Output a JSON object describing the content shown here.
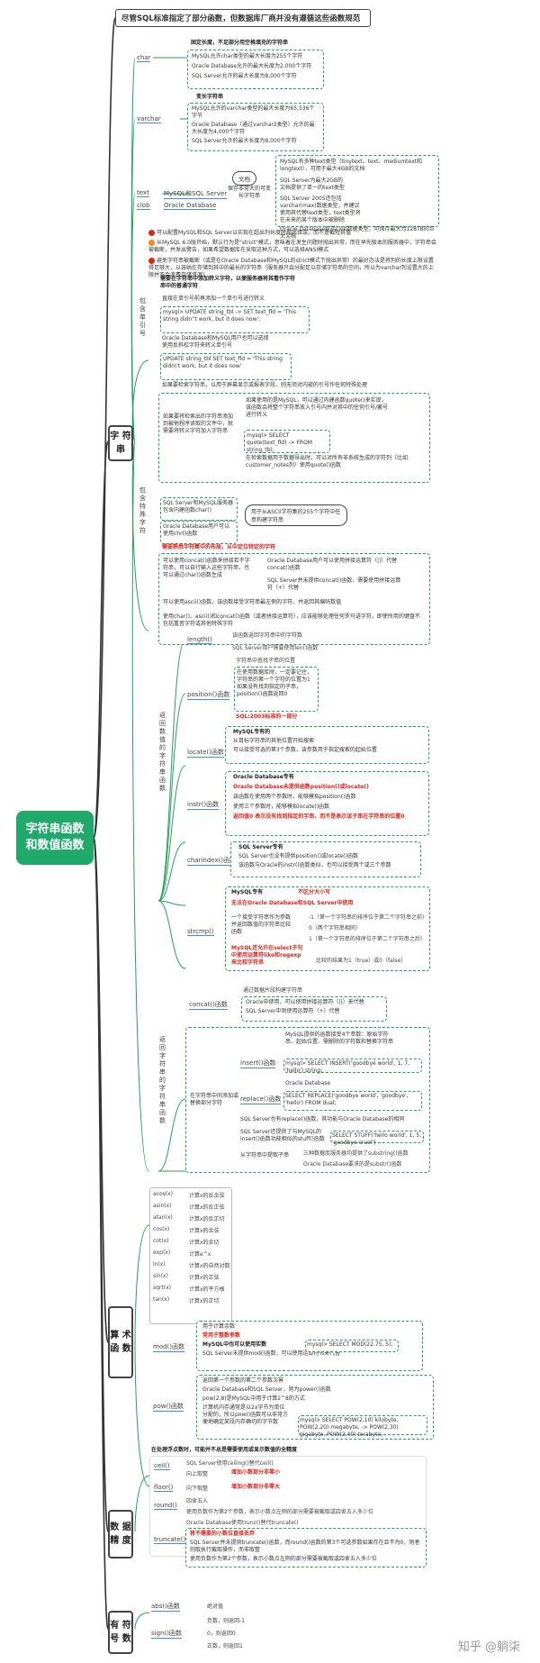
{
  "root": {
    "line1": "字符串函数",
    "line2": "和数值函数"
  },
  "title": "尽管SQL标准指定了部分函数，但数据库厂商并没有遵循这些函数规范",
  "topics": {
    "string": "字 符 串",
    "math": "算 术 函 数",
    "precision": "数 据 精 度",
    "sign": "有 符 号 数"
  },
  "char": {
    "label": "char",
    "header": "固定长度，不足部分用空格填充的字符串",
    "items": [
      "MySQL允许char类型的最大长度为255个字符",
      "Oracle Database允许的最大长度为2,000个字符",
      "SQL Server允许的最大长度为8,000个字符"
    ]
  },
  "varchar": {
    "label": "varchar",
    "header": "变长字符串",
    "items": [
      "MySQL允许的varchar类型的最大长度为65,536个字节",
      "Oracle Database（通过varchar2类型）允许的最大长度为4,000个字符",
      "SQL Server允许的最大长度为8,000个字符"
    ]
  },
  "text": {
    "label_text": "text",
    "label_clob": "clob",
    "server1": "MySQL和SQL Server",
    "server2": "Oracle Database",
    "doc": "文档",
    "purpose": "保存非常大的可变长字符串",
    "mysql": "MySQL有多种text类型（tinytext、text、mediumtext和longtext），可用于最大4GB的文档",
    "ss1": "SQL Server为最大2GB的文档提供了单一的text类型",
    "ss2": "SQL Server 2005还包括varchar(max)数据类型，并建议使用其代替text类型，text类型将在未来的某个版本中被删除",
    "oracle": "Oracle Database包括clob数据类型，可保存最大为128TB的巨大文档"
  },
  "notes": {
    "n1": "可以配置MySQL和SQL Server以实现在超出列长度时抛出错误，而不是截短其值",
    "n2": "从MySQL 6.0版开始，默认行为是\"strict\"模式，意味着在发生问题时抛出异常，而在早先版本的服务器中，字符串会被截断，并发出警告，如果希望数据库在采取这种方式，可以选择ANSI模式",
    "n3": "避免字符串被截断（或是在Oracle Database和MySQL的strict模式下抛出异常）的最好办法是将列的长度上限设置得足够大，以容纳在存储到其中的最长的字符串（服务器只会分配足以存储字符串的空间，所以为varchar列设置大的上限并不会浪费存储资源）"
  },
  "quote": {
    "vlabel": "包含单引号",
    "header": "需要在字符串中添加转义字符，以便服务器将其看作字符串中的普通字符",
    "c1": "直接在单引号前再添加一个单引号进行转义",
    "c2": "mysql> UPDATE string_tbl -> SET text_fld = 'This string didn''t work, but it does now';",
    "c3": "Oracle Database和MySQL用户也可以选择使用反斜杠字符来转义单引号",
    "c4": "UPDATE string_tbl SET text_fld = 'This string didn\\'t work, but it does now'",
    "c5": "如果要检索字符串，以用于屏幕显示或报表字段，则无须对内嵌的引号作任何特殊处理",
    "c6": "如果要将检索出的字符串添加到被他程序读取的文件中，就需要将转义字符加入字符串",
    "c7": "如果使用的是MySQL，可以通过内建函数quote()来实现，该函数会将整个字符串放入引号内并对其中的任何引号/撇号进行转义",
    "c8": "mysql> SELECT quote(text_fld) -> FROM string_tbl;",
    "c9": "在检索数据用于数据导出时，可以对所有非系统生成的字符列（比如customer_notes列）使用quote()函数"
  },
  "special": {
    "vlabel": "包含特殊字符",
    "s1": "SQL Server和MySQL服务器包含内建函数char()",
    "s2": "Oracle Database用户可以使用chr()函数",
    "purpose": "用于从ASCII字符集的255个字符中任意构建字符串",
    "hint": "需要熟悉字符集中的布局，从中定位特定的字符",
    "h1": "可以使用concat()函数来拼接若干字符串，可以自行输入这些字符串，也可以通过char()函数生成",
    "h1a": "Oracle Database用户可以使用拼接运算符（||）代替concat()函数",
    "h1b": "SQL Server并未提供concat()函数，需要使用拼接运算符（+）代替",
    "h2": "可以使用ascii()函数，该函数接受字符串最左侧的字符，并返回其编码数值",
    "h3": "使用char()、ascii()和concat()函数（或者拼接运算符），应该能够处理任何罗马语字符，即使所用的键盘不包括重音字符或其他特殊字符"
  },
  "numfuncs": {
    "vlabel": "返回数值的字符串函数",
    "length": "length()",
    "length_items": [
      "该函数返回字符串中的字符数",
      "SQL Server用户需要使用len()函数"
    ],
    "position": "position()函数",
    "position_items": [
      "字符串中查找子串的位置",
      "在使用数据库时，一定要记住，字符串的第一个字符的位置为1",
      "如果没有找到指定的子串，position()函数返回0"
    ],
    "position_red": "SQL:2003标准的一部分",
    "locate": "locate()函数",
    "locate_hdr": "MySQL专有的",
    "locate_items": [
      "从目标字符串的其他位置开始搜索",
      "可以接受可选的第3个参数，该参数用于指定搜索的起始位置"
    ],
    "instr": "instr()函数",
    "instr_hdr": "Oracle Database专有",
    "instr_items": [
      "Oracle Database未提供函数position()或locate()",
      "该函数在使用两个参数时，能够模拟position()函数",
      "使用三个参数时，能够模拟locate()函数",
      "返回值0 表示没有找到指定的字串，而不是表示该子串在字符串的位置0"
    ],
    "charindex": "charindex()函数",
    "charindex_hdr": "SQL Server专有",
    "charindex_items": [
      "SQL Server也没有提供position()或locate()函数",
      "该函数与Oracle的instr()函数类似，也可以接受两个或三个参数"
    ],
    "strcmp": "strcmp()",
    "strcmp_hdr": "MySQL专有",
    "strcmp_note": "不区分大小写",
    "strcmp_red": "无法在Oracle Database和SQL Server中使用",
    "strcmp_desc": "一个接受字符串作为参数并返回数值的字符串比较函数",
    "strcmp_vals": [
      "-1（第一个字符串的排序位于第二个字符串之前）",
      "0（两个字符串相同）",
      "1（第一个字符串的排序位于第二个字符串之后）"
    ],
    "like_red": "MySQL还允许在select子句中使用运算符like和regexp来比较字符串",
    "like_note": "比较的结果为1（true）或0（false）"
  },
  "strfuncs": {
    "vlabel": "返回字符串的字符串函数",
    "concat": "concat()函数",
    "concat_items": [
      "通过数据片段构建字符串",
      "Oracle中使用，可以使用拼接运算符（||）来代替",
      "SQL Server中则使用运算符（+）代替"
    ],
    "midlbl": "在字符串中间添加或替换部分字符",
    "insert": "insert()函数",
    "insert_items": [
      "MySQL提供的函数接受4个参数：原始字符串、起始位置、需删除的字符数和替换字符串",
      "mysql> SELECT INSERT('goodbye world', 1, 7, 'hello') string;"
    ],
    "replace": "replace()函数",
    "replace_items": [
      "Oracle Database",
      "SELECT REPLACE('goodbye world', 'goodbye', 'hello') FROM dual;"
    ],
    "replace_ss": "SQL Server也有replace()函数，其功能与Oracle Database的相同",
    "stuff": "SQL Server还提供了与MySQL的insert()函数功能相似的stuff()函数",
    "stuff_ex": "SELECT STUFF('hello world', 1, 5, 'goodbye cruel')",
    "sub": "从字符串中提取子串",
    "sub_items": [
      "三种数据库服务器均提供了substring()函数",
      "Oracle Database要求的是substr()函数"
    ]
  },
  "math": {
    "funcs": [
      {
        "n": "acos(x)",
        "d": "计算x的反余弦"
      },
      {
        "n": "asin(x)",
        "d": "计算x的反正弦"
      },
      {
        "n": "atan(x)",
        "d": "计算x的反正切"
      },
      {
        "n": "cos(x)",
        "d": "计算x的余弦"
      },
      {
        "n": "cot(x)",
        "d": "计算x的余切"
      },
      {
        "n": "exp(x)",
        "d": "计算e^x"
      },
      {
        "n": "ln(x)",
        "d": "计算x的自然对数"
      },
      {
        "n": "sin(x)",
        "d": "计算x的正弦"
      },
      {
        "n": "sqrt(x)",
        "d": "计算x的平方根"
      },
      {
        "n": "tan(x)",
        "d": "计算x的正切"
      }
    ],
    "mod": "mod()函数",
    "mod_items": [
      "用于计算余数",
      "常用于整数参数",
      "MySQL中也可以使用实数",
      "SQL Server未提供mod()函数，可以使用运算符%来代替"
    ],
    "mod_ex": "mysql> SELECT MOD(22.75, 5);",
    "pow": "pow()函数",
    "pow_items": [
      "返回第一个参数的第二个参数次幂",
      "Oracle Database和SQL Server，则为power()函数",
      "pow(2,8)是MySQL中用于计算2^8的方式",
      "计算机内存通常是以2x字节为单位分配的，所以pow()函数可以非常方便地确定某段内存确切的字节数"
    ],
    "pow_ex": "mysql> SELECT POW(2,10) kilobyte, POW(2,20) megabyte, -> POW(2,30) gigabyte, POW(2,40) terabyte;"
  },
  "precision": {
    "header": "在处理浮点数时，可能并不总是需要使用或显示数值的全精度",
    "ceil": "ceil()",
    "ceil_items": [
      "SQL Server使用ceiling()替代ceil()",
      "向上取整"
    ],
    "ceil_red": "增加小数部分非零小",
    "floor": "floor()",
    "floor_items": [
      "向下取整"
    ],
    "floor_red": "增加小数部分非零大",
    "round": "round()",
    "round_items": [
      "四舍五入",
      "使用负数作为第2个参数，表示小数点左侧的部分需要被截取或四舍五入多少位"
    ],
    "trunc": "truncate()",
    "trunc_items": [
      "Oracle Database使用trunc()替代truncate()",
      "SQL Server并未提供truncate()函数，而round()函数的第3个可选参数如果存在且不为0，则者则取执行截取操作，而非取整",
      "使用负数作为第2个参数，表示小数点左侧的部分需要被截取或四舍五入多少位"
    ],
    "trunc_red": "将不需要的小数位直接丢弃"
  },
  "sign": {
    "abs": "abs()函数",
    "abs_item": "绝对值",
    "sign": "sign()函数",
    "sign_items": [
      "负数，则返回-1",
      "0，则返回0",
      "正数，则返回1"
    ]
  },
  "watermark": "知乎 @躺柒",
  "colors": {
    "root": "#1faa6b",
    "accent": "#e0241c",
    "branch": "#25a25a"
  }
}
